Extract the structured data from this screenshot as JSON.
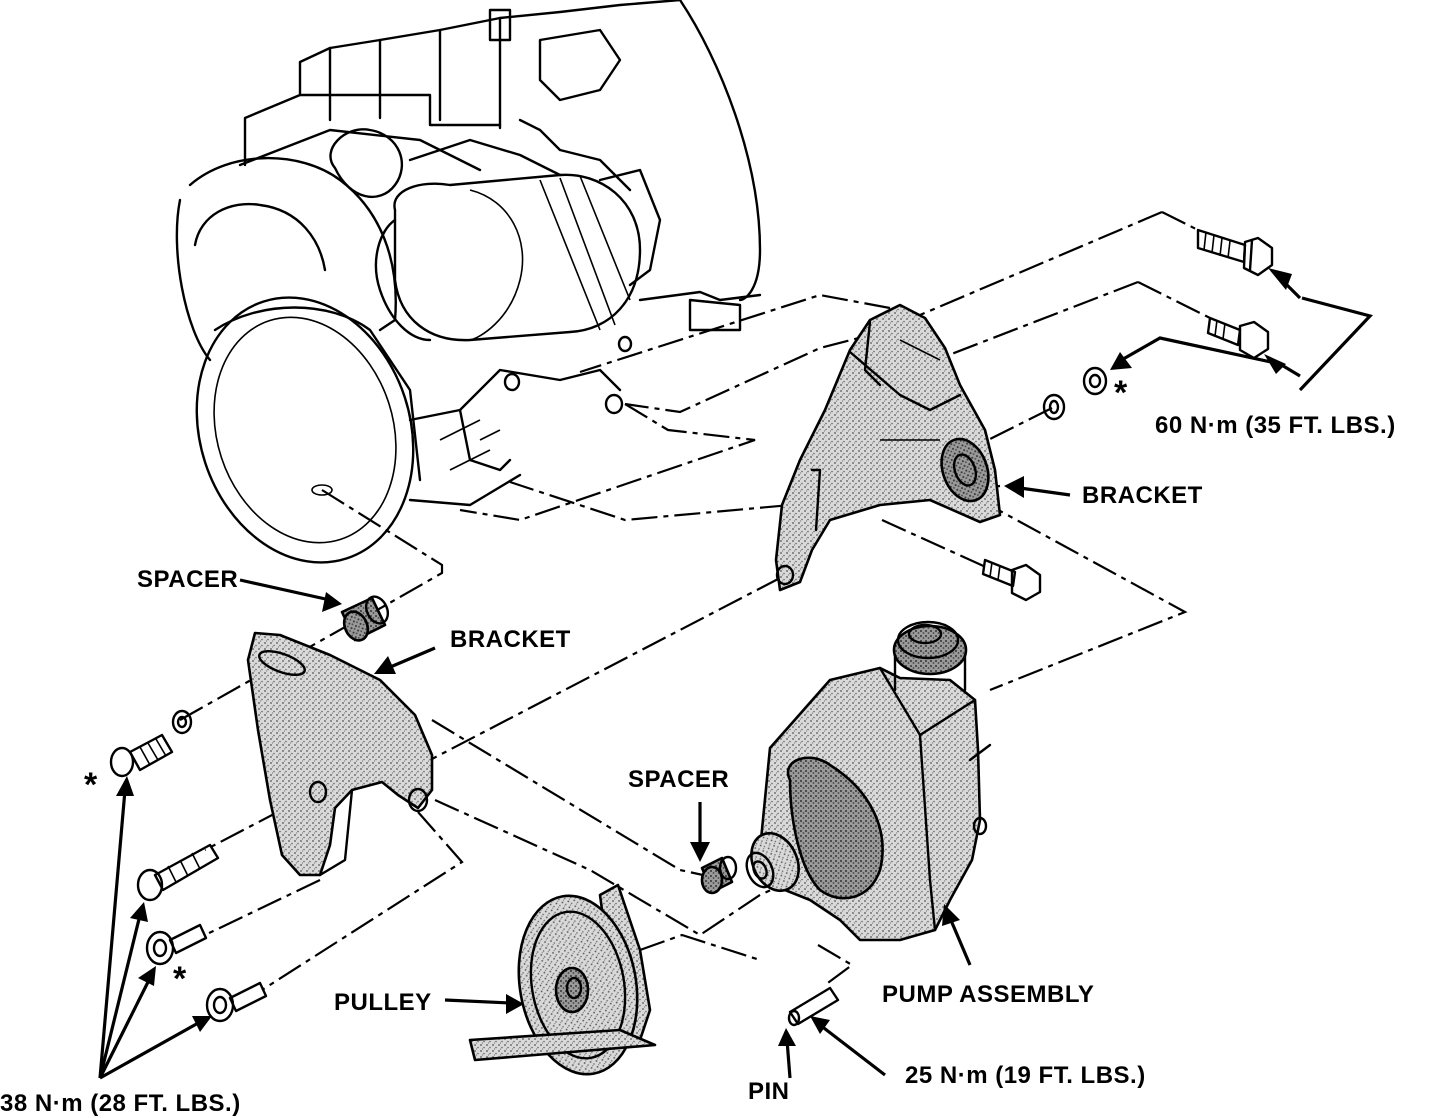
{
  "labels": {
    "torque_upper": "60 N·m (35 FT. LBS.)",
    "bracket_upper": "BRACKET",
    "spacer_upper": "SPACER",
    "bracket_lower": "BRACKET",
    "spacer_lower": "SPACER",
    "pump_assembly": "PUMP ASSEMBLY",
    "pulley": "PULLEY",
    "pin": "PIN",
    "torque_pin": "25 N·m (19 FT. LBS.)",
    "torque_lower": "38 N·m (28 FT. LBS.)",
    "asterisk": "*"
  }
}
